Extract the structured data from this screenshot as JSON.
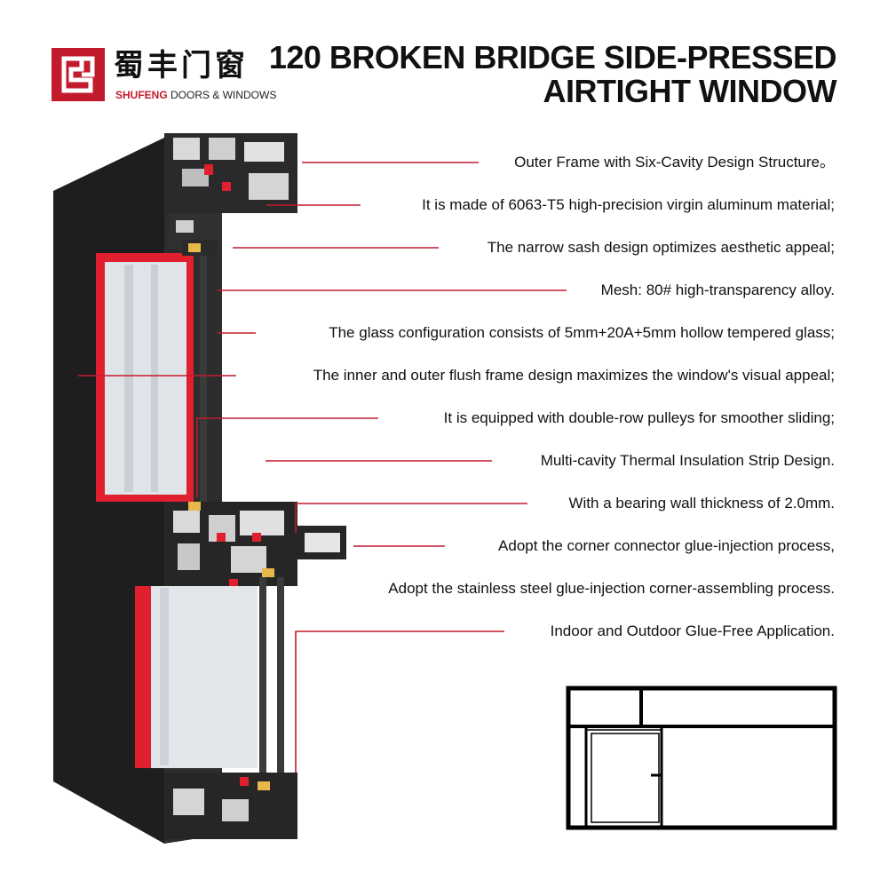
{
  "brand": {
    "name_cn": "蜀丰门窗",
    "name_en_bold": "SHUFENG",
    "name_en_rest": "DOORS & WINDOWS",
    "accent_color": "#c31b2e"
  },
  "title": {
    "line1": "120 BROKEN BRIDGE SIDE-PRESSED",
    "line2": "AIRTIGHT WINDOW"
  },
  "features": [
    "Outer Frame with Six-Cavity Design Structure。",
    "It is made of 6063-T5 high-precision virgin aluminum material;",
    "The narrow sash design optimizes aesthetic appeal;",
    "Mesh: 80# high-transparency alloy.",
    "The glass configuration consists of 5mm+20A+5mm hollow tempered glass;",
    "The inner and outer flush frame design maximizes the window's visual appeal;",
    "It is equipped with double-row pulleys for smoother sliding;",
    "Multi-cavity Thermal Insulation Strip Design.",
    "With a bearing wall thickness of 2.0mm.",
    "Adopt the corner connector glue-injection process,",
    "Adopt the stainless steel glue-injection corner-assembling process.",
    "Indoor and Outdoor Glue-Free Application."
  ],
  "colors": {
    "frame": "#262626",
    "leader_line": "#c31b2e",
    "gasket": "#e0202e",
    "text": "#111111"
  },
  "icons": {
    "logo": "shufeng-logo-icon",
    "profile": "window-cross-section-illustration",
    "schematic": "window-elevation-schematic-icon"
  }
}
